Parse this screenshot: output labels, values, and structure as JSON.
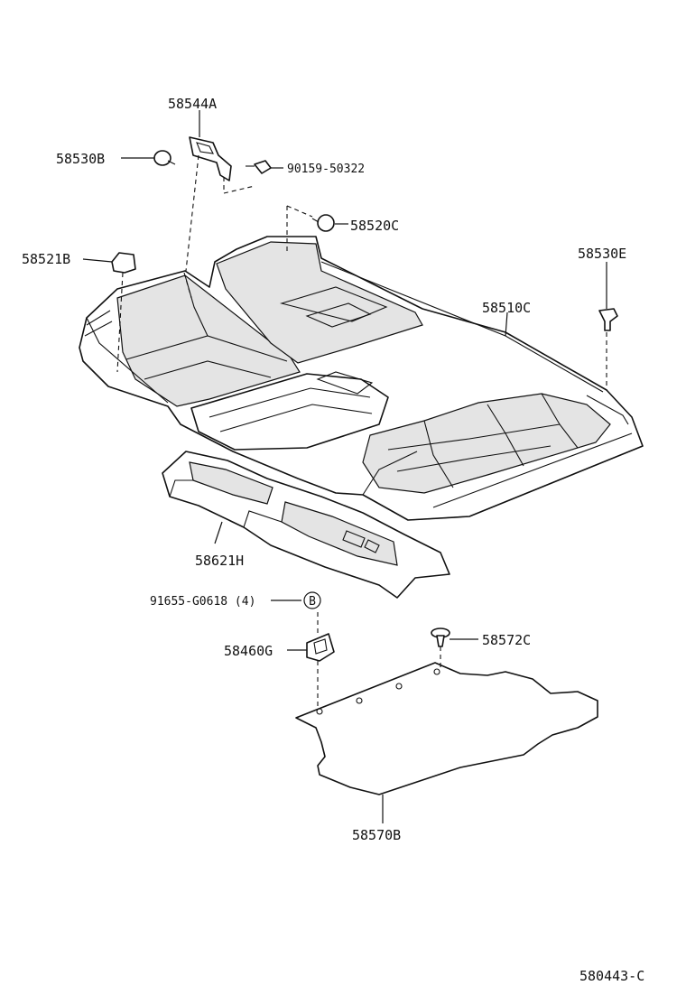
{
  "labels": {
    "p58544A": "58544A",
    "p58530B": "58530B",
    "p90159": "90159-50322",
    "p58520C": "58520C",
    "p58521B": "58521B",
    "p58530E": "58530E",
    "p58510C": "58510C",
    "p58621H": "58621H",
    "p91655": "91655-G0618 (4)",
    "ref_B": "B",
    "p58460G": "58460G",
    "p58572C": "58572C",
    "p58570B": "58570B",
    "diagram_code": "580443-C"
  }
}
